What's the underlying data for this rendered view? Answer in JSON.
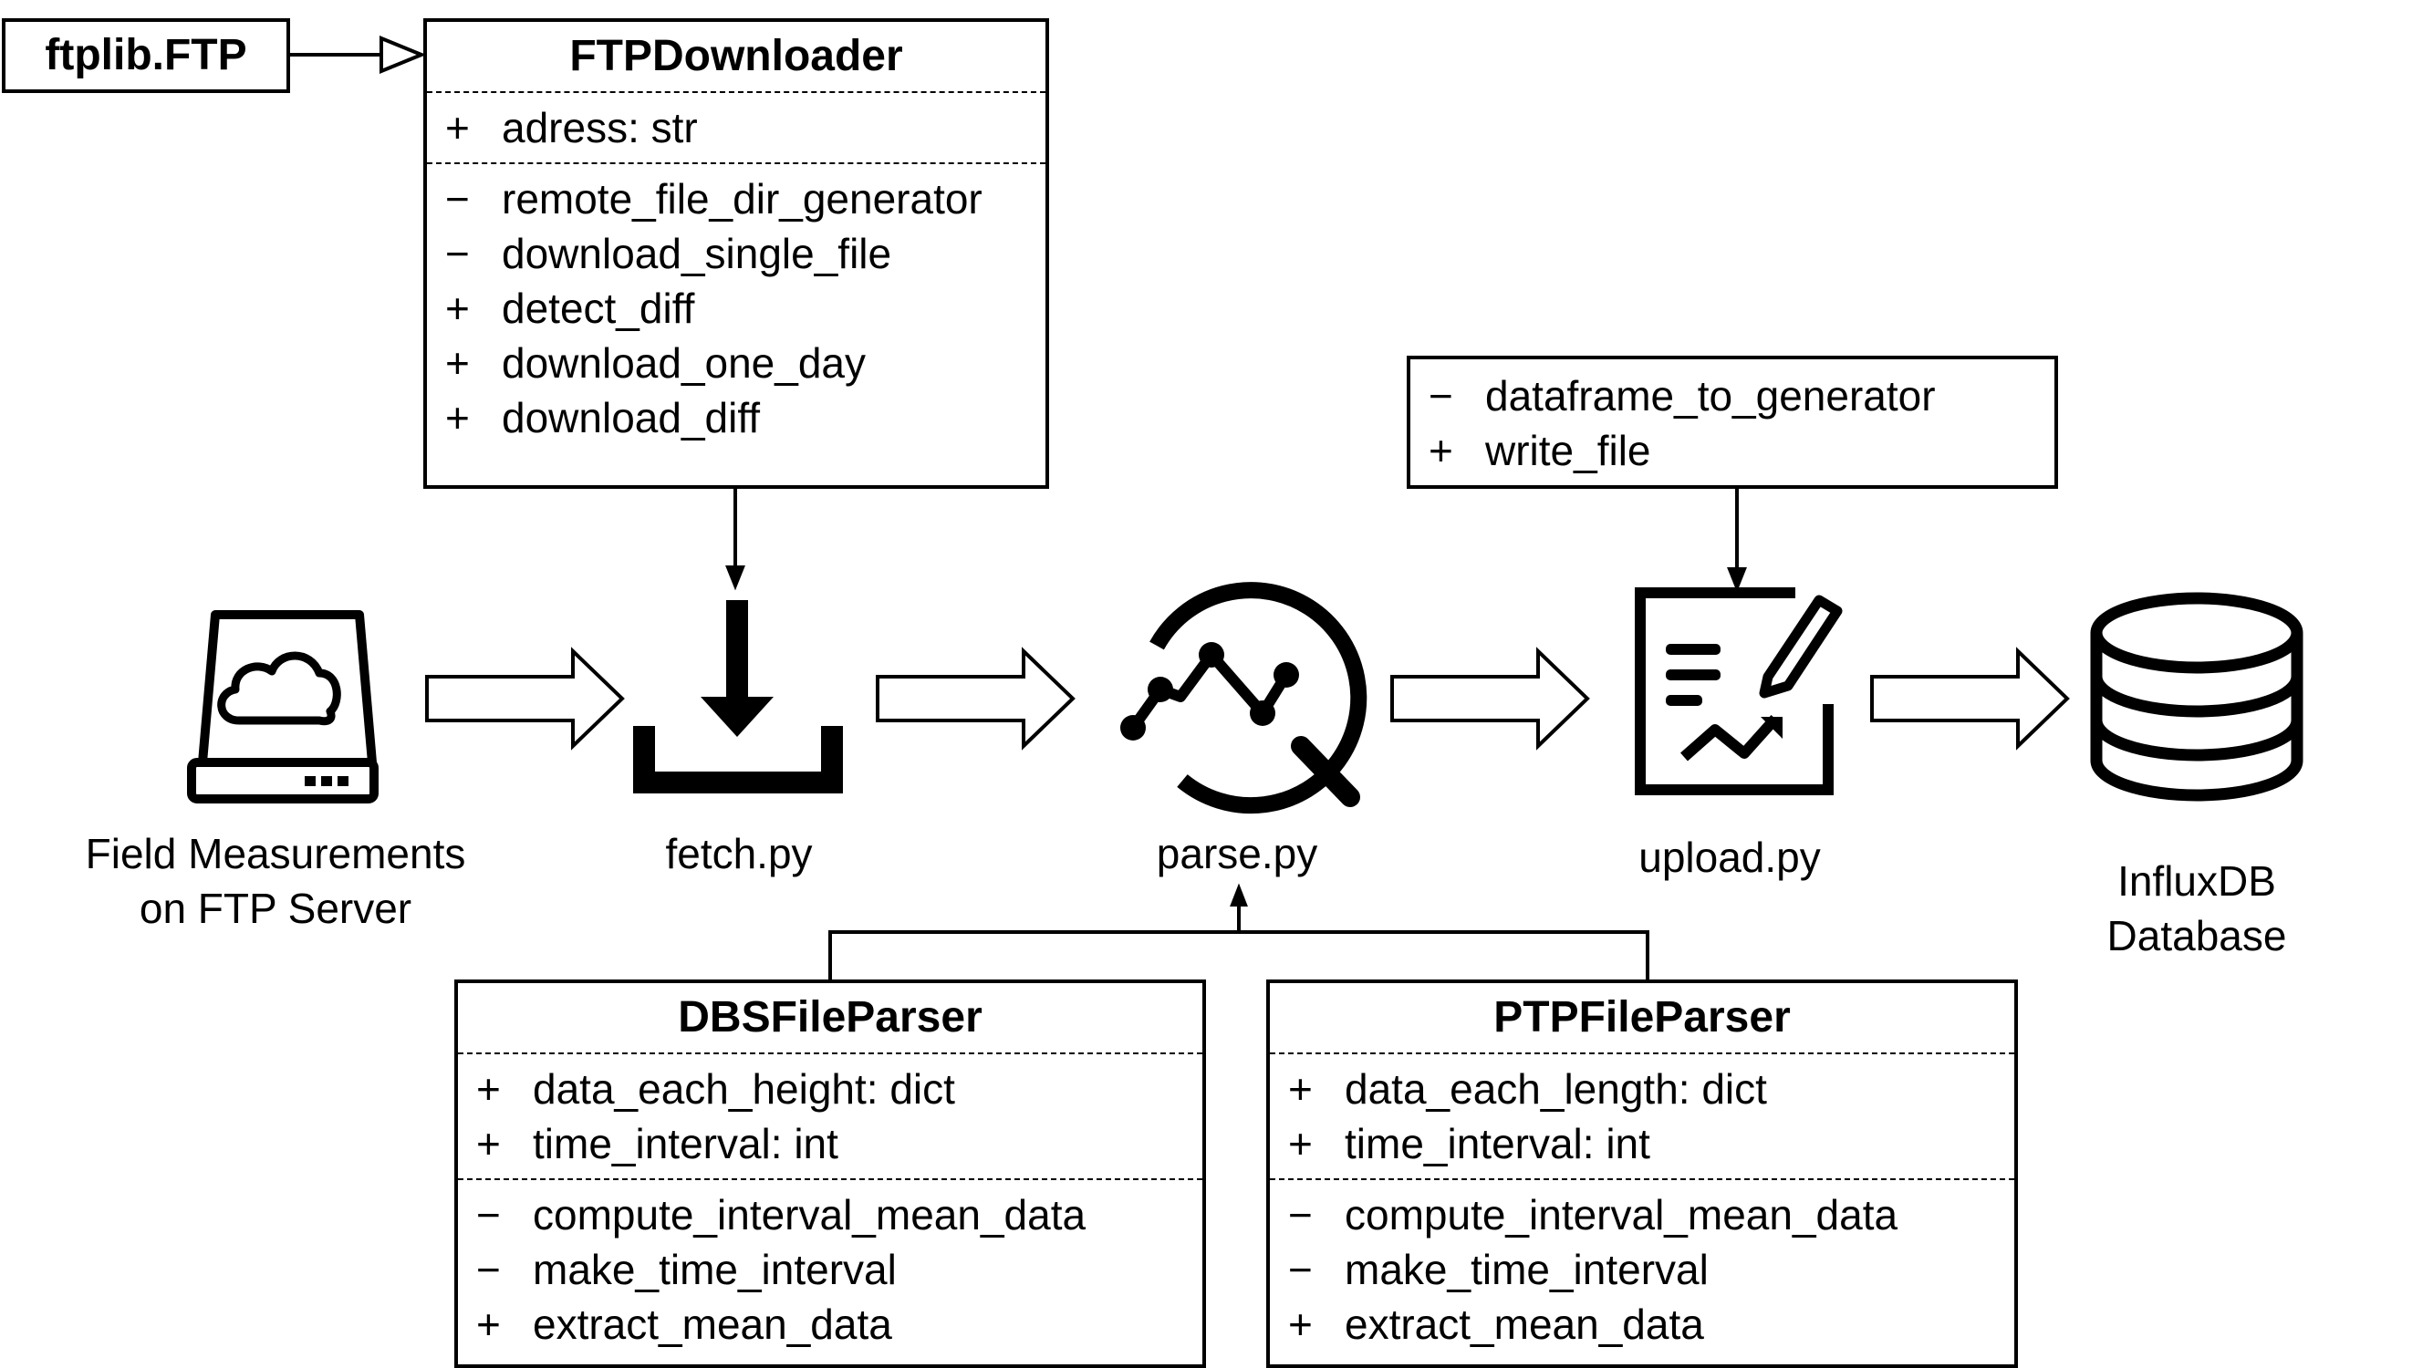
{
  "ftplib_box": {
    "label": "ftplib.FTP"
  },
  "ftp_downloader": {
    "title": "FTPDownloader",
    "attributes": [
      {
        "vis": "+",
        "name": "adress: str"
      }
    ],
    "methods": [
      {
        "vis": "−",
        "name": "remote_file_dir_generator"
      },
      {
        "vis": "−",
        "name": "download_single_file"
      },
      {
        "vis": "+",
        "name": "detect_diff"
      },
      {
        "vis": "+",
        "name": "download_one_day"
      },
      {
        "vis": "+",
        "name": "download_diff"
      }
    ]
  },
  "uploader_methods": {
    "methods": [
      {
        "vis": "−",
        "name": "dataframe_to_generator"
      },
      {
        "vis": "+",
        "name": "write_file"
      }
    ]
  },
  "pipeline": {
    "source_label_line1": "Field Measurements",
    "source_label_line2": "on FTP Server",
    "fetch_label": "fetch.py",
    "parse_label": "parse.py",
    "upload_label": "upload.py",
    "db_label_line1": "InfluxDB",
    "db_label_line2": "Database"
  },
  "dbs_parser": {
    "title": "DBSFileParser",
    "attributes": [
      {
        "vis": "+",
        "name": "data_each_height: dict"
      },
      {
        "vis": "+",
        "name": "time_interval: int"
      }
    ],
    "methods": [
      {
        "vis": "−",
        "name": "compute_interval_mean_data"
      },
      {
        "vis": "−",
        "name": "make_time_interval"
      },
      {
        "vis": "+",
        "name": "extract_mean_data"
      }
    ]
  },
  "ptp_parser": {
    "title": "PTPFileParser",
    "attributes": [
      {
        "vis": "+",
        "name": "data_each_length: dict"
      },
      {
        "vis": "+",
        "name": "time_interval: int"
      }
    ],
    "methods": [
      {
        "vis": "−",
        "name": "compute_interval_mean_data"
      },
      {
        "vis": "−",
        "name": "make_time_interval"
      },
      {
        "vis": "+",
        "name": "extract_mean_data"
      }
    ]
  },
  "icons": {
    "source": "ftp-server-drive-icon",
    "fetch": "download-icon",
    "parse": "analytics-search-icon",
    "upload": "document-edit-icon",
    "db": "database-icon"
  },
  "colors": {
    "stroke": "#000000",
    "background": "#ffffff"
  }
}
